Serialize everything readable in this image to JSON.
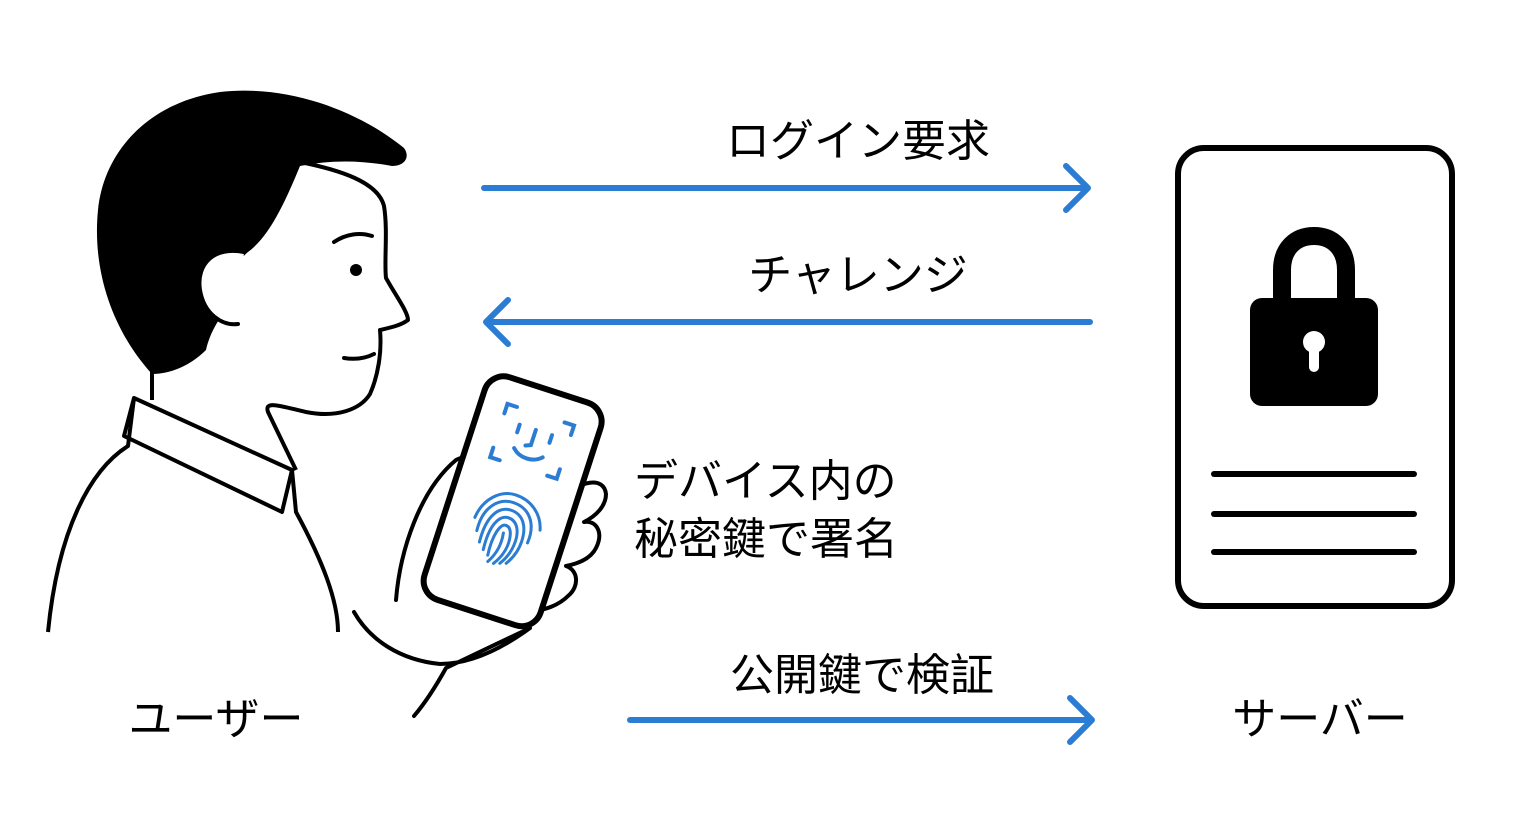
{
  "colors": {
    "arrow": "#2b7cd3",
    "ink": "#000000",
    "background": "#ffffff",
    "screen_icon": "#2b7cd3"
  },
  "arrows": {
    "login_request": {
      "label": "ログイン要求",
      "direction": "right"
    },
    "challenge": {
      "label": "チャレンジ",
      "direction": "left"
    },
    "verify": {
      "label": "公開鍵で検証",
      "direction": "right"
    }
  },
  "device_sign": {
    "line1": "デバイス内の",
    "line2": "秘密鍵で署名"
  },
  "actors": {
    "user": {
      "label": "ユーザー",
      "icon": "person-holding-phone"
    },
    "server": {
      "label": "サーバー",
      "icon": "server-with-padlock"
    }
  },
  "phone_icons": [
    "face-id-icon",
    "fingerprint-icon"
  ]
}
